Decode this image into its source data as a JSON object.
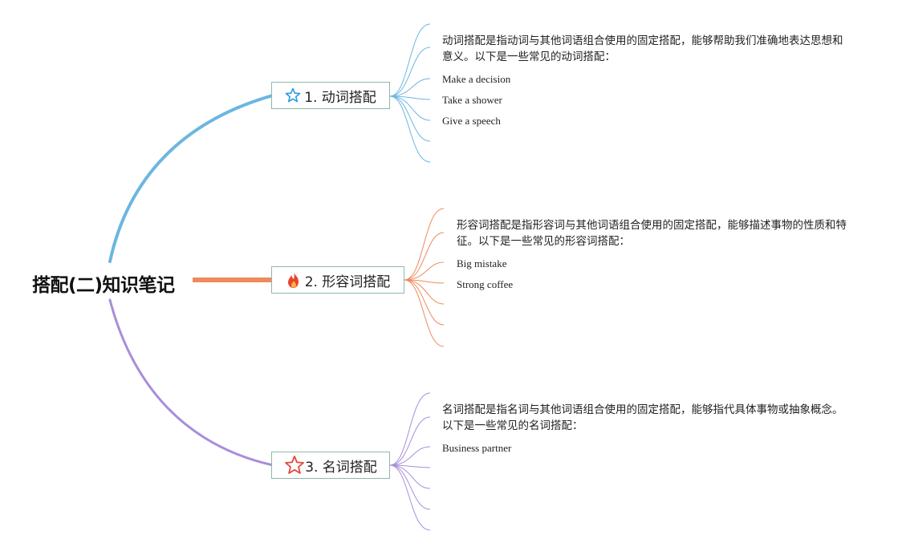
{
  "root": {
    "title": "搭配(二)知识笔记"
  },
  "colors": {
    "blue": "#6cb6e0",
    "orange": "#ee8a5c",
    "purple": "#a98ddc",
    "node_border": "#8fb7aa"
  },
  "branches": [
    {
      "label": "1. 动词搭配",
      "icon": "star-outline-blue-icon",
      "description": "动词搭配是指动词与其他词语组合使用的固定搭配，能够帮助我们准确地表达思想和意义。以下是一些常见的动词搭配：",
      "examples": [
        "Make a decision",
        "Take a shower",
        "Give a speech"
      ]
    },
    {
      "label": "2. 形容词搭配",
      "icon": "fire-icon",
      "description": "形容词搭配是指形容词与其他词语组合使用的固定搭配，能够描述事物的性质和特征。以下是一些常见的形容词搭配：",
      "examples": [
        "Big mistake",
        "Strong coffee"
      ]
    },
    {
      "label": "3. 名词搭配",
      "icon": "star-outline-red-icon",
      "description": "名词搭配是指名词与其他词语组合使用的固定搭配，能够指代具体事物或抽象概念。以下是一些常见的名词搭配：",
      "examples": [
        "Business partner"
      ]
    }
  ]
}
